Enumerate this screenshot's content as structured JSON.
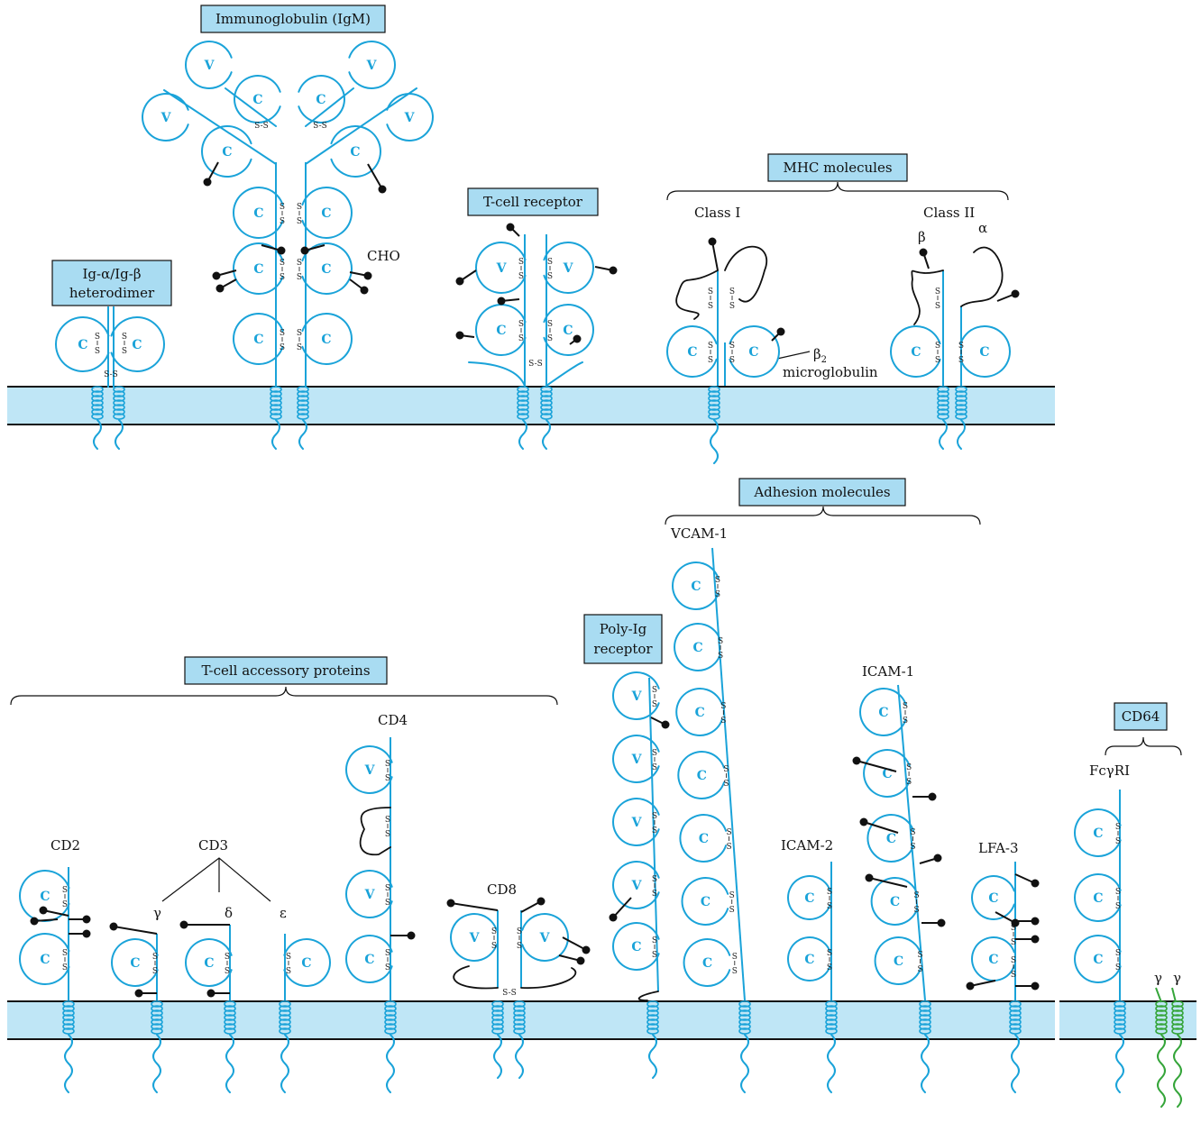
{
  "groups": {
    "igm": "Immunoglobulin (IgM)",
    "tcr": "T-cell receptor",
    "mhc": "MHC molecules",
    "adhesion": "Adhesion molecules",
    "tcell_accessory": "T-cell accessory proteins",
    "cd64": "CD64",
    "poly_ig_line1": "Poly-Ig",
    "poly_ig_line2": "receptor",
    "ig_ab_line1": "Ig-α/Ig-β",
    "ig_ab_line2": "heterodimer"
  },
  "labels": {
    "cho": "CHO",
    "class1": "Class I",
    "class2": "Class II",
    "beta": "β",
    "alpha": "α",
    "b2": "β",
    "b2_sub": "2",
    "b2_text": "microglobulin",
    "vcam": "VCAM-1",
    "icam1": "ICAM-1",
    "icam2": "ICAM-2",
    "lfa3": "LFA-3",
    "cd2": "CD2",
    "cd3": "CD3",
    "cd3_gamma": "γ",
    "cd3_delta": "δ",
    "cd3_epsilon": "ε",
    "cd4": "CD4",
    "cd8": "CD8",
    "fcgri": "FcγRI",
    "gamma": "γ"
  },
  "domains": {
    "v": "V",
    "c": "C"
  },
  "disulfide": "S-S",
  "colors": {
    "protein": "#1aa3d9",
    "membrane": "#bfe6f6",
    "label_box": "#a9dcf2",
    "gamma_chain": "#35a53a",
    "black": "#111111"
  }
}
